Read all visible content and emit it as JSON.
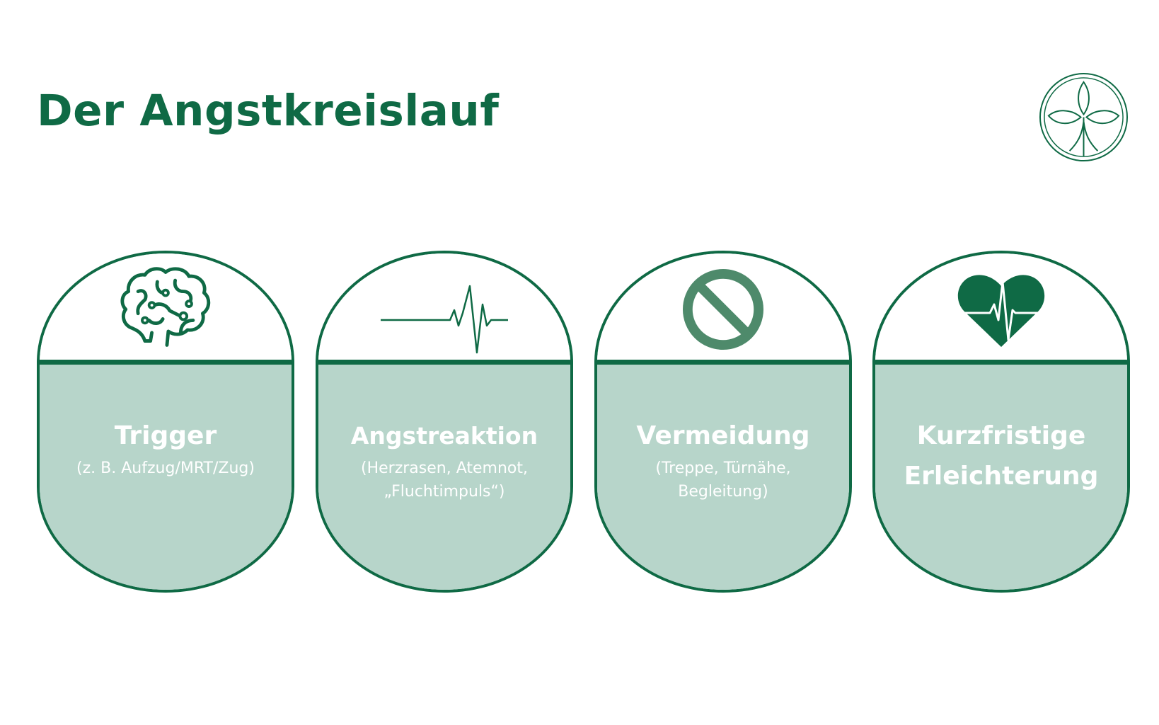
{
  "title": "Der Angstkreislauf",
  "colors": {
    "dark_green": "#0f6a45",
    "light_green": "#b7d5ca",
    "icon_green": "#4e8a6b",
    "text_on_light": "#ffffff"
  },
  "logo": {
    "icon": "leaf-circle-logo"
  },
  "steps": [
    {
      "icon": "brain-icon",
      "title": "Trigger",
      "subtitle": "(z. B. Aufzug/MRT/Zug)"
    },
    {
      "icon": "heartbeat-line-icon",
      "title": "Angstreaktion",
      "subtitle": "(Herzrasen, Atemnot, „Fluchtimpuls“)"
    },
    {
      "icon": "prohibited-icon",
      "title": "Vermeidung",
      "subtitle": "(Treppe, Türnähe, Begleitung)"
    },
    {
      "icon": "heart-pulse-icon",
      "title": "Kurzfristige Erleichterung",
      "subtitle": ""
    }
  ]
}
